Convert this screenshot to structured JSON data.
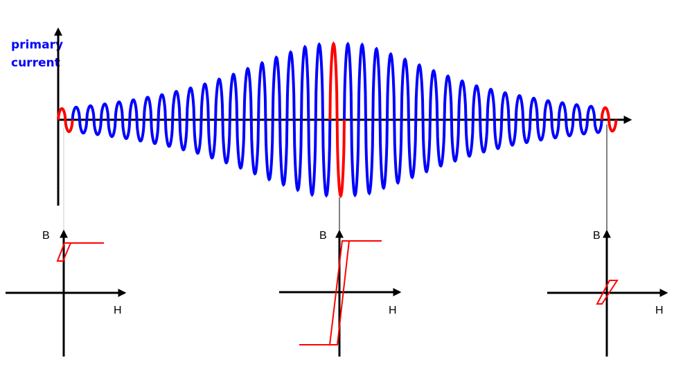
{
  "title": {
    "line1": "primary",
    "line2": "current"
  },
  "loops": [
    {
      "b_label": "B",
      "h_label": "H"
    },
    {
      "b_label": "B",
      "h_label": "H"
    },
    {
      "b_label": "B",
      "h_label": "H"
    }
  ],
  "colors": {
    "waveform": "#0000ff",
    "highlight": "#ff0000",
    "axis": "#000000"
  }
}
